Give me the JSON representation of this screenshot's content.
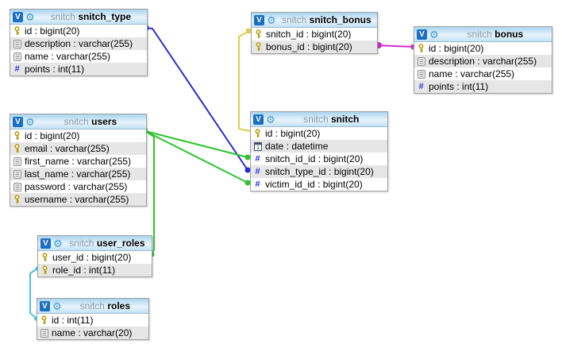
{
  "icons": {
    "toggle_label": "V",
    "gear_glyph": "⚙"
  },
  "tables": [
    {
      "schema": "snitch",
      "name": "snitch_type",
      "columns": [
        {
          "icon": "key",
          "label": "id : bigint(20)"
        },
        {
          "icon": "text",
          "label": "description : varchar(255)"
        },
        {
          "icon": "text",
          "label": "name : varchar(255)"
        },
        {
          "icon": "number",
          "label": "points : int(11)"
        }
      ]
    },
    {
      "schema": "snitch",
      "name": "snitch_bonus",
      "columns": [
        {
          "icon": "key",
          "label": "snitch_id : bigint(20)"
        },
        {
          "icon": "key",
          "label": "bonus_id : bigint(20)"
        }
      ]
    },
    {
      "schema": "snitch",
      "name": "bonus",
      "columns": [
        {
          "icon": "key",
          "label": "id : bigint(20)"
        },
        {
          "icon": "text",
          "label": "description : varchar(255)"
        },
        {
          "icon": "text",
          "label": "name : varchar(255)"
        },
        {
          "icon": "number",
          "label": "points : int(11)"
        }
      ]
    },
    {
      "schema": "snitch",
      "name": "users",
      "columns": [
        {
          "icon": "key",
          "label": "id : bigint(20)"
        },
        {
          "icon": "key",
          "label": "email : varchar(255)"
        },
        {
          "icon": "text",
          "label": "first_name : varchar(255)"
        },
        {
          "icon": "text",
          "label": "last_name : varchar(255)"
        },
        {
          "icon": "text",
          "label": "password : varchar(255)"
        },
        {
          "icon": "key",
          "label": "username : varchar(255)"
        }
      ]
    },
    {
      "schema": "snitch",
      "name": "snitch",
      "columns": [
        {
          "icon": "key",
          "label": "id : bigint(20)"
        },
        {
          "icon": "calendar",
          "label": "date : datetime"
        },
        {
          "icon": "number",
          "label": "snitch_id_id : bigint(20)"
        },
        {
          "icon": "number",
          "label": "snitch_type_id : bigint(20)"
        },
        {
          "icon": "number",
          "label": "victim_id_id : bigint(20)"
        }
      ]
    },
    {
      "schema": "snitch",
      "name": "user_roles",
      "columns": [
        {
          "icon": "key",
          "label": "user_id : bigint(20)"
        },
        {
          "icon": "key",
          "label": "role_id : int(11)"
        }
      ]
    },
    {
      "schema": "snitch",
      "name": "roles",
      "columns": [
        {
          "icon": "key",
          "label": "id : int(11)"
        },
        {
          "icon": "text",
          "label": "name : varchar(20)"
        }
      ]
    }
  ],
  "relations": [
    {
      "from": "snitch_type.id",
      "to": "snitch.snitch_type_id",
      "color": "#2a2ad2"
    },
    {
      "from": "snitch_bonus.snitch_id",
      "to": "snitch.id",
      "color": "#ddce4e"
    },
    {
      "from": "snitch_bonus.bonus_id",
      "to": "bonus.id",
      "color": "#cf2ace"
    },
    {
      "from": "users.id",
      "to": "snitch.snitch_id_id",
      "color": "#2dc42d"
    },
    {
      "from": "users.id",
      "to": "snitch.victim_id_id",
      "color": "#2dc42d"
    },
    {
      "from": "users.id",
      "to": "user_roles.user_id",
      "color": "#2dc42d"
    },
    {
      "from": "user_roles.role_id",
      "to": "roles.id",
      "color": "#4cc5d6"
    }
  ]
}
